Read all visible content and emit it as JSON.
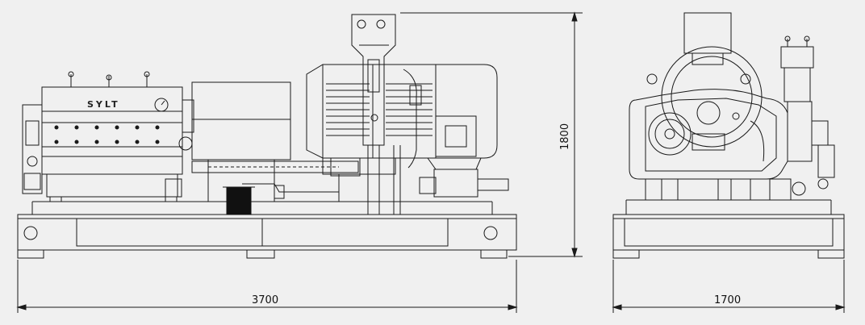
{
  "drawing": {
    "background": "#f0f0f0",
    "line_color": "#1a1a1a",
    "fill_dark": "#111111",
    "dimensions": {
      "overall_length": "3700",
      "overall_height": "1800",
      "overall_width": "1700"
    },
    "logo": "SYLT"
  }
}
